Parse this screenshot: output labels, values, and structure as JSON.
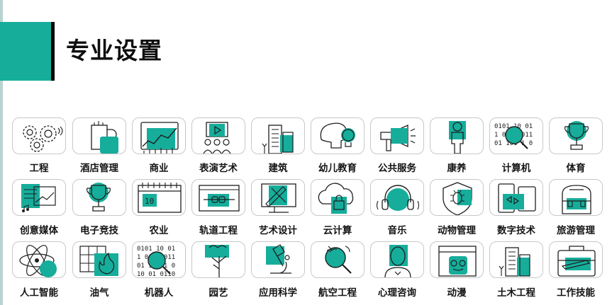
{
  "page": {
    "title": "专业设置"
  },
  "colors": {
    "accent": "#16ad9b",
    "bar": "#000000",
    "strip": "#b9d4d0",
    "tile_border": "#c8c8c8",
    "line": "#1e1e1e"
  },
  "majors": [
    {
      "label": "工程",
      "icon": "gears-icon"
    },
    {
      "label": "酒店管理",
      "icon": "hotel-cup-icon"
    },
    {
      "label": "商业",
      "icon": "business-chart-icon"
    },
    {
      "label": "表演艺术",
      "icon": "performance-screen-icon"
    },
    {
      "label": "建筑",
      "icon": "building-icon"
    },
    {
      "label": "幼儿教育",
      "icon": "child-brain-icon"
    },
    {
      "label": "公共服务",
      "icon": "megaphone-icon"
    },
    {
      "label": "康养",
      "icon": "wellness-person-icon"
    },
    {
      "label": "计算机",
      "icon": "binary-magnifier-icon"
    },
    {
      "label": "体育",
      "icon": "trophy-icon"
    },
    {
      "label": "创意媒体",
      "icon": "media-document-icon"
    },
    {
      "label": "电子竞技",
      "icon": "esports-trophy-icon"
    },
    {
      "label": "农业",
      "icon": "calendar-icon"
    },
    {
      "label": "轨道工程",
      "icon": "rail-track-icon"
    },
    {
      "label": "艺术设计",
      "icon": "design-pencil-icon"
    },
    {
      "label": "云计算",
      "icon": "cloud-lock-icon"
    },
    {
      "label": "音乐",
      "icon": "headphones-icon"
    },
    {
      "label": "动物管理",
      "icon": "shield-bug-icon"
    },
    {
      "label": "数字技术",
      "icon": "digital-devices-icon"
    },
    {
      "label": "旅游管理",
      "icon": "backpack-icon"
    },
    {
      "label": "人工智能",
      "icon": "atom-icon"
    },
    {
      "label": "油气",
      "icon": "flame-grid-icon"
    },
    {
      "label": "机器人",
      "icon": "robot-binary-icon"
    },
    {
      "label": "园艺",
      "icon": "tree-icon"
    },
    {
      "label": "应用科学",
      "icon": "microscope-icon"
    },
    {
      "label": "航空工程",
      "icon": "aviation-magnifier-icon"
    },
    {
      "label": "心理咨询",
      "icon": "mind-head-icon"
    },
    {
      "label": "动漫",
      "icon": "anime-window-icon"
    },
    {
      "label": "土木工程",
      "icon": "civil-building-icon"
    },
    {
      "label": "工作技能",
      "icon": "briefcase-icon"
    }
  ]
}
